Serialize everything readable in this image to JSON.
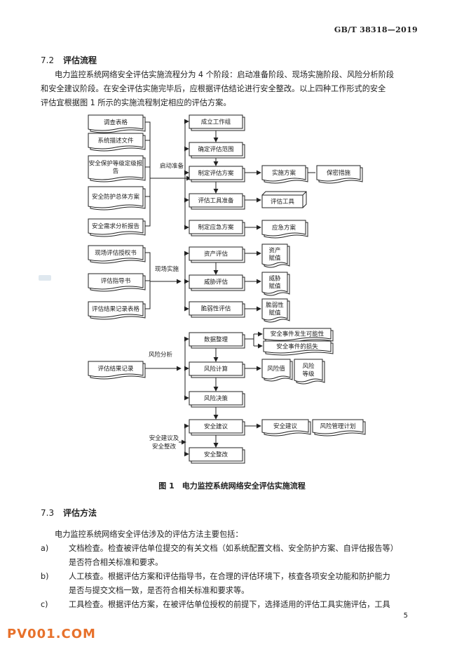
{
  "header": {
    "std_number": "GB/T 38318—2019"
  },
  "section_72": {
    "number": "7.2",
    "title": "评估流程"
  },
  "para_72": {
    "line1": "电力监控系统网络安全评估实施流程分为 4 个阶段：启动准备阶段、现场实施阶段、风险分析阶段",
    "line2": "和安全建议阶段。在安全评估实施完毕后，应根据评估结论进行安全整改。以上四种工作形式的安全",
    "line3": "评估宜根据图 1 所示的实施流程制定相应的评估方案。"
  },
  "diagram": {
    "left_docs": [
      "调查表格",
      "系统描述文件",
      "安全保护等级定级报告",
      "安全防护总体方案",
      "安全需求分析报告",
      "现场评估授权书",
      "评估指导书",
      "评估结果记录表格",
      "评估结果记录"
    ],
    "phases": [
      "启动准备",
      "现场实施",
      "风险分析",
      "安全建议及安全整改"
    ],
    "steps": [
      "成立工作组",
      "确定评估范围",
      "制定评估方案",
      "评估工具准备",
      "制定应急方案",
      "资产评估",
      "威胁评估",
      "脆弱性评估",
      "数据整理",
      "风险计算",
      "风险决策",
      "安全建议",
      "安全整改"
    ],
    "outputs": [
      "实施方案",
      "保密措施",
      "评估工具",
      "应急方案",
      "资产赋值",
      "威胁赋值",
      "脆弱性赋值",
      "安全事件发生可能性",
      "安全事件的损失",
      "风险值",
      "风险等级",
      "安全建议",
      "风险管理计划"
    ]
  },
  "figure_caption": "图 1　电力监控系统网络安全评估实施流程",
  "section_73": {
    "number": "7.3",
    "title": "评估方法"
  },
  "para_73_intro": "电力监控系统网络安全评估涉及的评估方法主要包括：",
  "items": [
    {
      "mark": "a)",
      "line1": "文档检查。检查被评估单位提交的有关文档（如系统配置文档、安全防护方案、自评估报告等）",
      "line2": "是否符合相关标准和要求。"
    },
    {
      "mark": "b)",
      "line1": "人工核查。根据评估方案和评估指导书，在合理的评估环境下，核查各项安全功能和防护能力",
      "line2": "是否与提交文档一致，是否符合相关标准和要求等。"
    },
    {
      "mark": "c)",
      "line1": "工具检查。根据评估方案，在被评估单位授权的前提下，选择适用的评估工具实施评估，工具",
      "line2": ""
    }
  ],
  "page_number": "5",
  "watermark": "PV001.COM"
}
